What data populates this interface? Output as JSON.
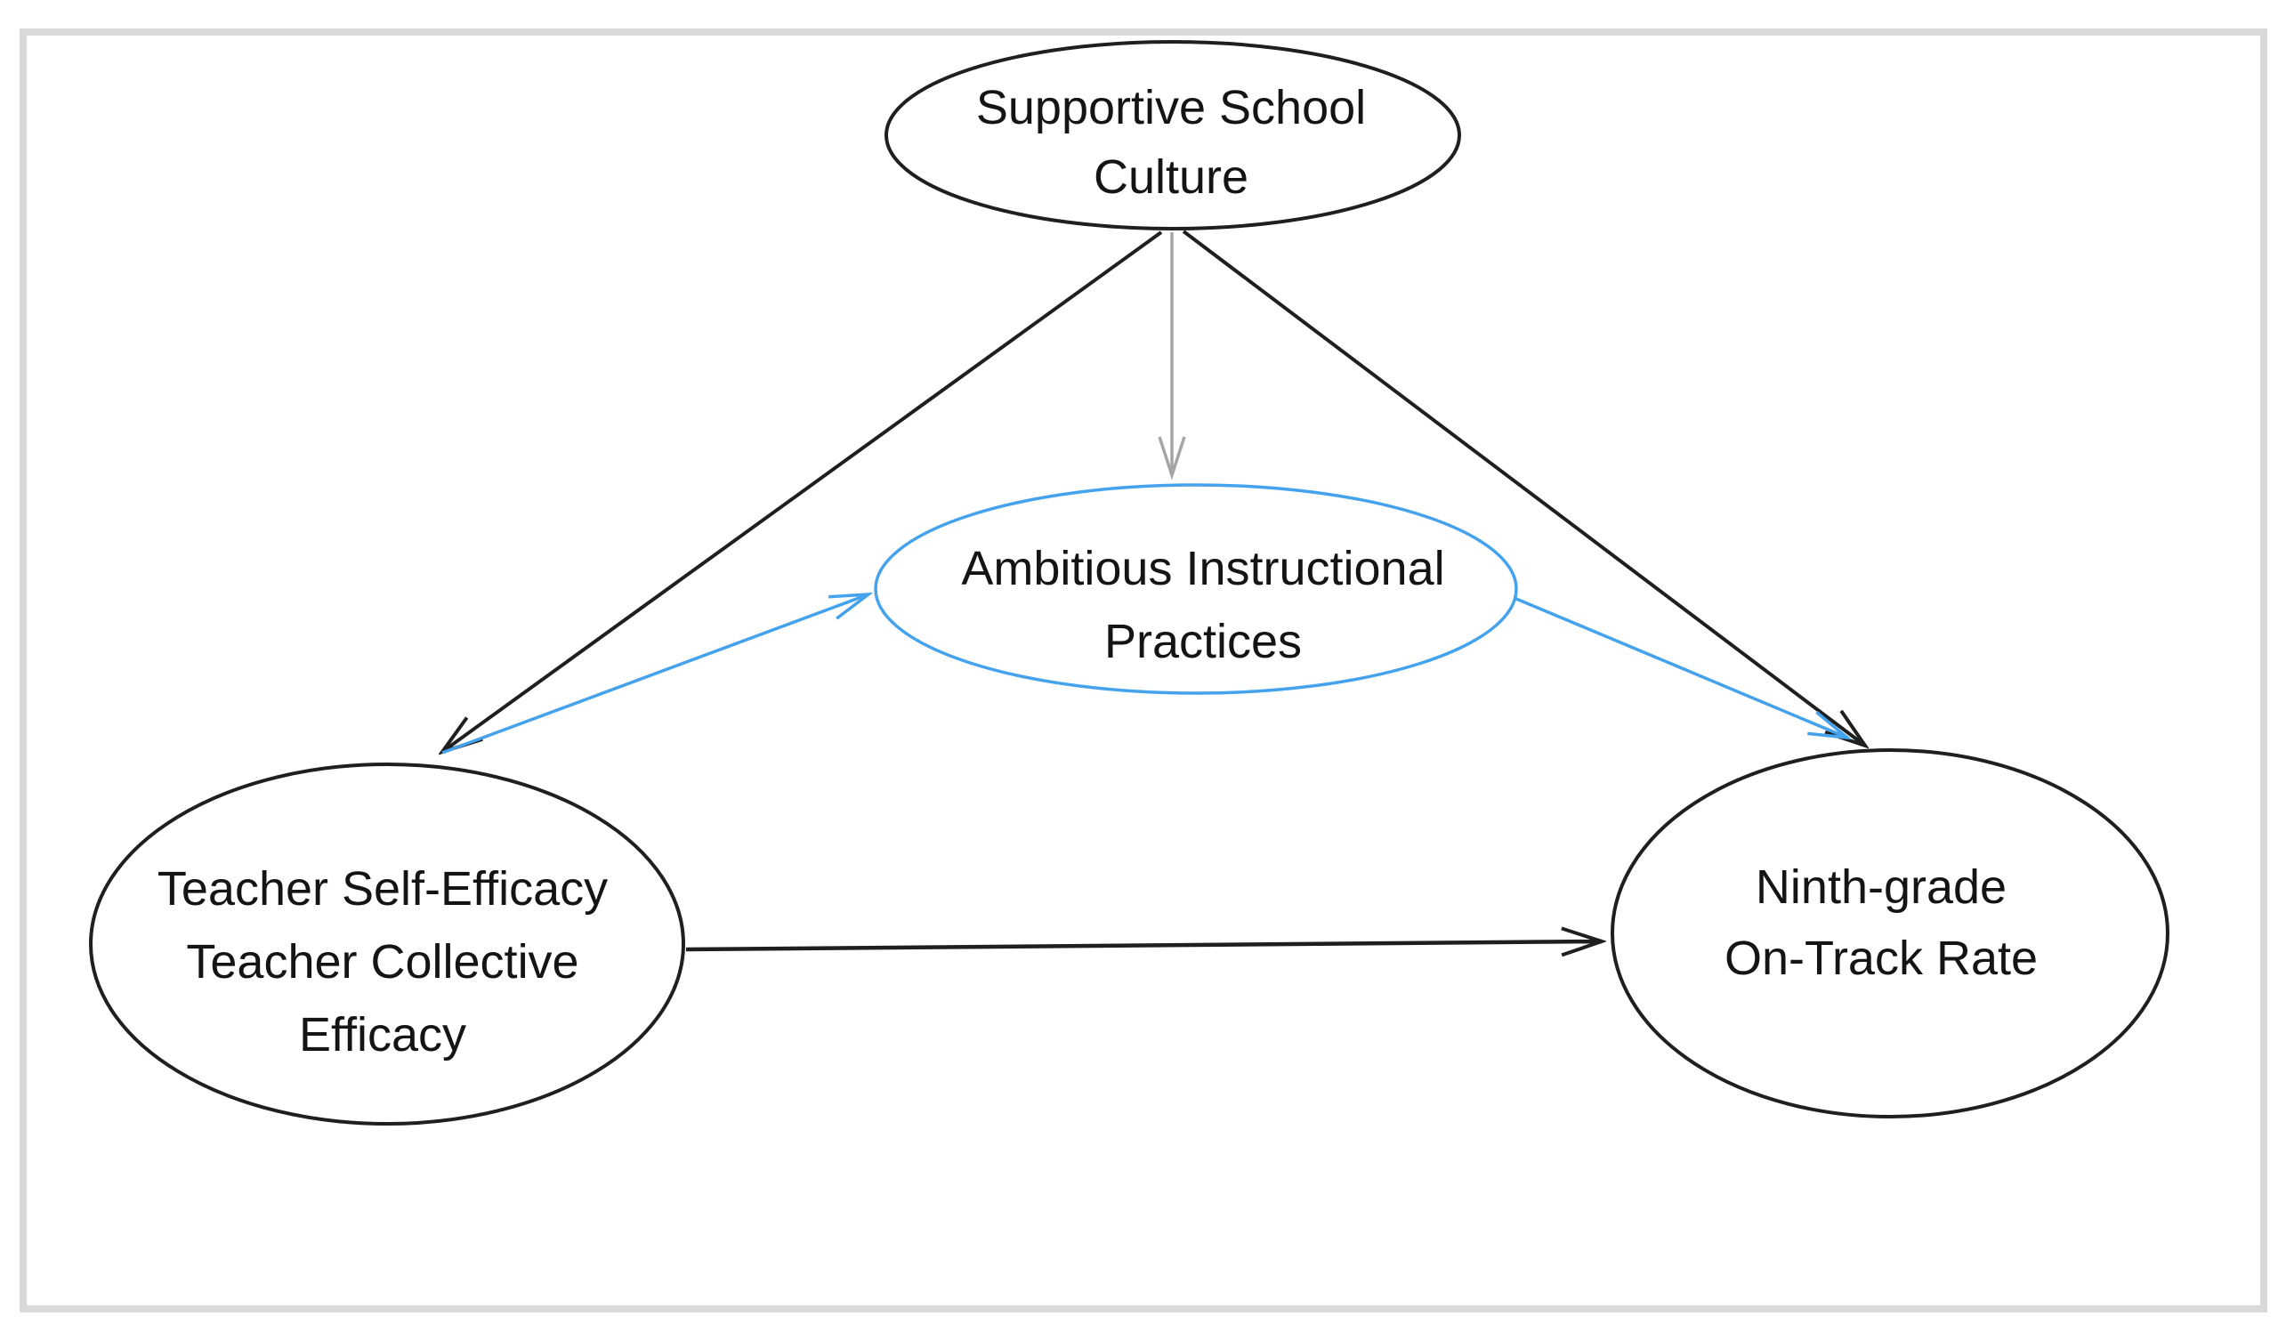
{
  "figure": {
    "type": "path-diagram",
    "background": "#ffffff",
    "frame_color": "#d9d9d9",
    "colors": {
      "node_stroke_black": "#1f1f1f",
      "accent_blue": "#45a2ec",
      "mediation_gray": "#a5a5a5",
      "text": "#141414"
    },
    "nodes": {
      "supportive_school_culture": {
        "label": "Supportive School Culture",
        "lines": [
          "Supportive School",
          "Culture"
        ],
        "stroke": "#1f1f1f",
        "shape": "ellipse"
      },
      "ambitious_instructional_practices": {
        "label": "Ambitious Instructional Practices",
        "lines": [
          "Ambitious Instructional",
          "Practices"
        ],
        "stroke": "#45a2ec",
        "shape": "ellipse"
      },
      "teacher_efficacy": {
        "label": "Teacher Self-Efficacy Teacher Collective Efficacy",
        "lines": [
          "Teacher Self-Efficacy",
          "Teacher Collective",
          "Efficacy"
        ],
        "stroke": "#1f1f1f",
        "shape": "ellipse"
      },
      "ninth_grade_on_track": {
        "label": "Ninth-grade On-Track Rate",
        "lines": [
          "Ninth-grade",
          "On-Track Rate"
        ],
        "stroke": "#1f1f1f",
        "shape": "ellipse"
      }
    },
    "edges": [
      {
        "from": "supportive_school_culture",
        "to": "teacher_efficacy",
        "color": "#1f1f1f",
        "style": "solid-arrow"
      },
      {
        "from": "supportive_school_culture",
        "to": "ambitious_instructional_practices",
        "color": "#a5a5a5",
        "style": "solid-arrow"
      },
      {
        "from": "supportive_school_culture",
        "to": "ninth_grade_on_track",
        "color": "#1f1f1f",
        "style": "solid-arrow"
      },
      {
        "from": "teacher_efficacy",
        "to": "ambitious_instructional_practices",
        "color": "#45a2ec",
        "style": "solid-arrow"
      },
      {
        "from": "ambitious_instructional_practices",
        "to": "ninth_grade_on_track",
        "color": "#45a2ec",
        "style": "solid-arrow"
      },
      {
        "from": "teacher_efficacy",
        "to": "ninth_grade_on_track",
        "color": "#1f1f1f",
        "style": "solid-arrow"
      }
    ]
  }
}
